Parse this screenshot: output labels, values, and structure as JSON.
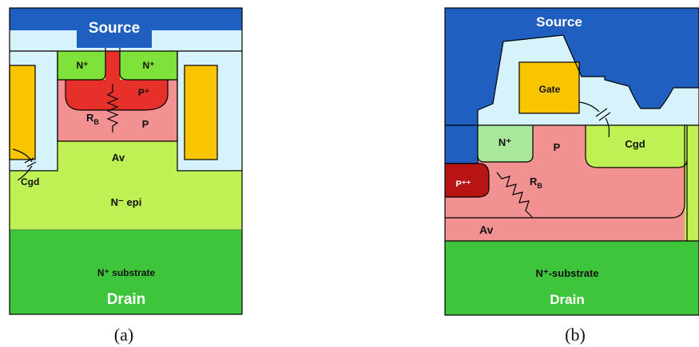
{
  "panel_a": {
    "source": "Source",
    "drain": "Drain",
    "substrate": "N⁺ substrate",
    "epi": "N⁻ epi",
    "n_plus_left": "N⁺",
    "n_plus_right": "N⁺",
    "p_plus": "P⁺",
    "p": "P",
    "rb": "R",
    "rb_sub": "B",
    "av": "Av",
    "cgd": "Cgd",
    "caption": "(a)"
  },
  "panel_b": {
    "source": "Source",
    "drain": "Drain",
    "substrate": "N⁺-substrate",
    "gate": "Gate",
    "n_plus": "N⁺",
    "p": "P",
    "p_plusplus": "P⁺⁺",
    "rb": "R",
    "rb_sub": "B",
    "av": "Av",
    "cgd": "Cgd",
    "caption": "(b)"
  },
  "colors": {
    "source_metal": "#1f5fbf",
    "oxide": "#d6f2fb",
    "gate_poly": "#f9c400",
    "n_plus": "#7ee23a",
    "p_plus": "#e8302b",
    "p_body": "#f29191",
    "n_epi": "#bff054",
    "substrate": "#3fc53c",
    "outline": "#000000"
  }
}
